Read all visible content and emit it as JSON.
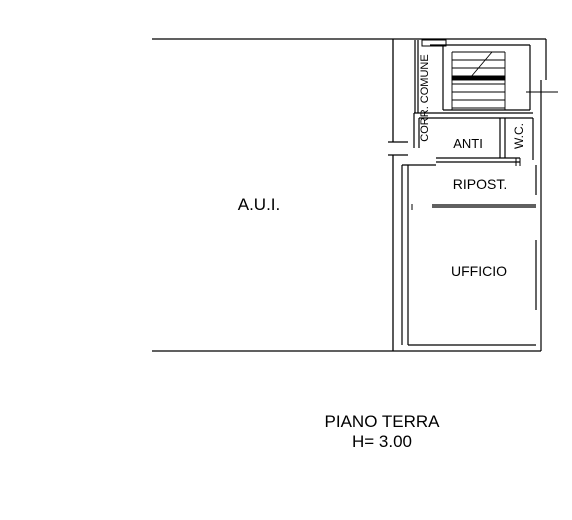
{
  "plan": {
    "rooms": {
      "aui": "A.U.I.",
      "corridor": "CORR. COMUNE",
      "anti": "ANTI",
      "wc": "W.C.",
      "ripost": "RIPOST.",
      "ufficio": "UFFICIO"
    },
    "caption": {
      "floor": "PIANO TERRA",
      "height": "H= 3.00"
    },
    "line_color": "#000000",
    "background": "#ffffff"
  }
}
